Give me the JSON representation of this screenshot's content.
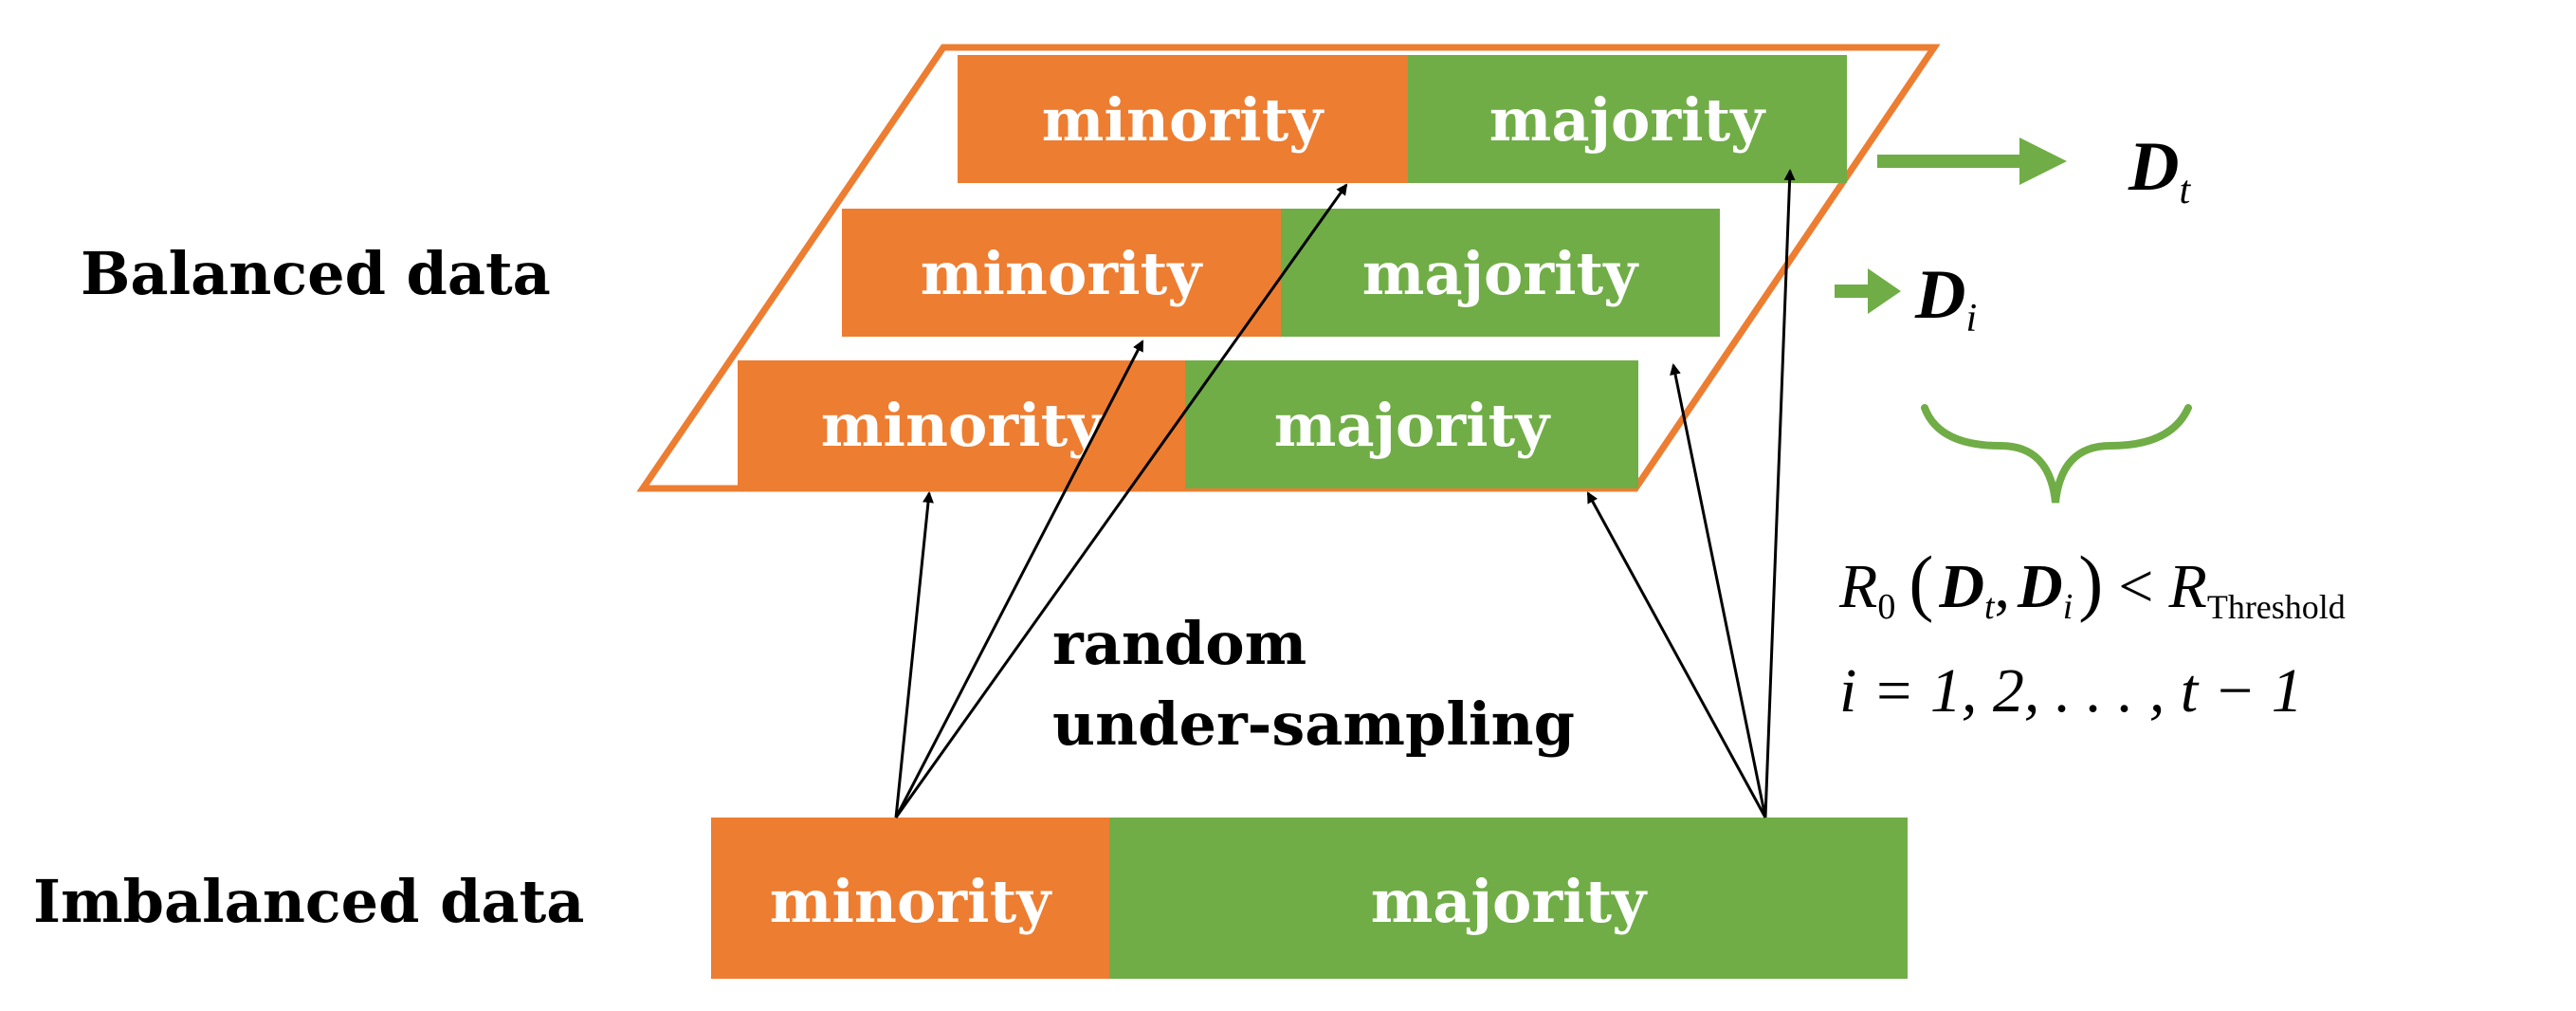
{
  "labels": {
    "balanced": "Balanced data",
    "imbalanced": "Imbalanced data",
    "sampling_line1": "random",
    "sampling_line2": "under-sampling"
  },
  "blocks": {
    "minority": "minority",
    "majority": "majority"
  },
  "outputs": {
    "dt_main": "D",
    "dt_sub": "t",
    "di_main": "D",
    "di_sub": "i"
  },
  "formula": {
    "r_main": "R",
    "r_sub": "0",
    "open_paren": "(",
    "d1_main": "D",
    "d1_sub": "t",
    "comma": ",",
    "d2_main": "D",
    "d2_sub": "i",
    "close_paren": ")",
    "lt": "<",
    "rt_main": "R",
    "rt_sub": "Threshold",
    "line2": "i = 1, 2, . . . , t − 1"
  },
  "colors": {
    "minority": "#ED7D31",
    "majority": "#70AD47",
    "arrow": "#000000",
    "text_on_block": "#ffffff",
    "text": "#000000"
  }
}
